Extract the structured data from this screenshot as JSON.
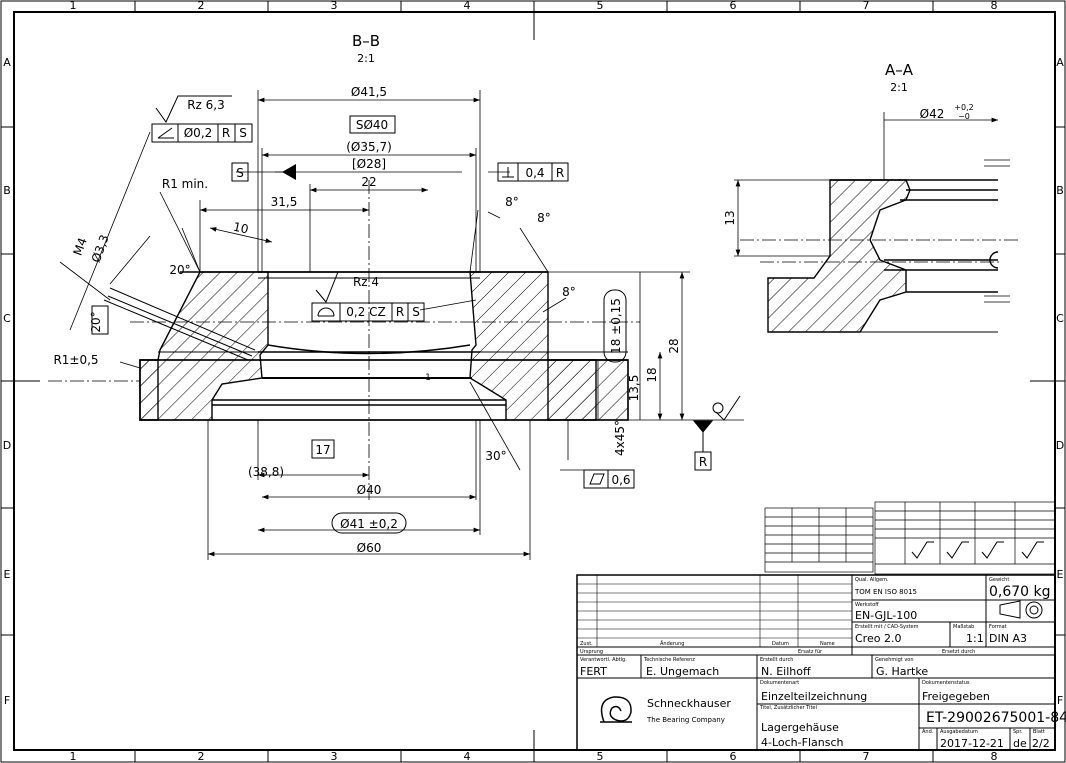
{
  "border": {
    "columns": [
      "1",
      "2",
      "3",
      "4",
      "5",
      "6",
      "7",
      "8"
    ],
    "rows": [
      "A",
      "B",
      "C",
      "D",
      "E",
      "F"
    ]
  },
  "views": {
    "section_bb": {
      "label": "B–B",
      "scale": "2:1"
    },
    "section_aa": {
      "label": "A–A",
      "scale": "2:1"
    }
  },
  "dimensions": {
    "d41_5": "Ø41,5",
    "sd40": "SØ40",
    "d35_7": "(Ø35,7)",
    "d28": "[Ø28]",
    "w22": "22",
    "w31_5": "31,5",
    "w10": "10",
    "m4": "M4",
    "d3_3": "Ø3,3",
    "ang20a": "20°",
    "ang20b": "20°",
    "r1min": "R1 min.",
    "r1": "R1±0,5",
    "ang8a": "8°",
    "ang8b": "8°",
    "ang8c": "8°",
    "h18tol": "18 ±0,15",
    "h28": "28",
    "h18": "18",
    "h13_5": "13,5",
    "h4x45": "4x45°",
    "a30": "30°",
    "d38_8": "(38,8)",
    "b17": "17",
    "d40": "Ø40",
    "d41tol": "Ø41 ±0,2",
    "d60": "Ø60",
    "d42tol": "Ø42",
    "d42tol_up": "+0,2",
    "d42tol_lo": "−0",
    "h13": "13",
    "k1": "1"
  },
  "gdt": {
    "rz63": "Rz  6,3",
    "fcf1_val": "Ø0,2",
    "fcf1_r": "R",
    "fcf1_s": "S",
    "datum_s": "S",
    "fcf_perp_val": "0,4",
    "fcf_perp_r": "R",
    "rz4": "Rz  4",
    "fcf2_val": "0,2  CZ",
    "fcf2_r": "R",
    "fcf2_s": "S",
    "flat_val": "0,6",
    "datum_r": "R"
  },
  "title_block": {
    "change_hdr": [
      "Zust.",
      "Änderung",
      "Datum",
      "Name"
    ],
    "original": "Ursprung",
    "replaced_for": "Ersatz für",
    "replaced_by": "Ersetzt durch",
    "resp_dept_lbl": "Verantwortl. Abtlg.",
    "resp_dept": "FERT",
    "tech_ref_lbl": "Technische Referenz",
    "tech_ref": "E. Ungemach",
    "created_lbl": "Erstellt durch",
    "created": "N. Eilhoff",
    "approved_lbl": "Genehmigt von",
    "approved": "G. Hartke",
    "doc_type_lbl": "Dokumentenart",
    "doc_type": "Einzelteilzeichnung",
    "doc_status_lbl": "Dokumentenstatus",
    "doc_status": "Freigegeben",
    "title_lbl": "Titel, Zusätzlicher Titel",
    "title1": "Lagergehäuse",
    "title2": "4-Loch-Flansch",
    "doc_number": "ET-29002675001-84",
    "rev_lbl": "Änd.",
    "issue_date_lbl": "Ausgabedatum",
    "issue_date": "2017-12-21",
    "lang_lbl": "Spr.",
    "lang": "de",
    "sheet_lbl": "Blatt",
    "sheet": "2/2",
    "company": "Schneckhauser",
    "company_sub": "The Bearing Company",
    "qual_lbl": "Qual. Allgem.",
    "qual": "TOM EN ISO 8015",
    "weight_lbl": "Gewicht",
    "weight": "0,670 kg",
    "material_lbl": "Werkstoff",
    "material": "EN-GJL-100",
    "cad_lbl": "Erstellt mit / CAD-System",
    "cad": "Creo 2.0",
    "scale_lbl": "Maßstab",
    "scale": "1:1",
    "format_lbl": "Format",
    "format": "DIN A3"
  }
}
